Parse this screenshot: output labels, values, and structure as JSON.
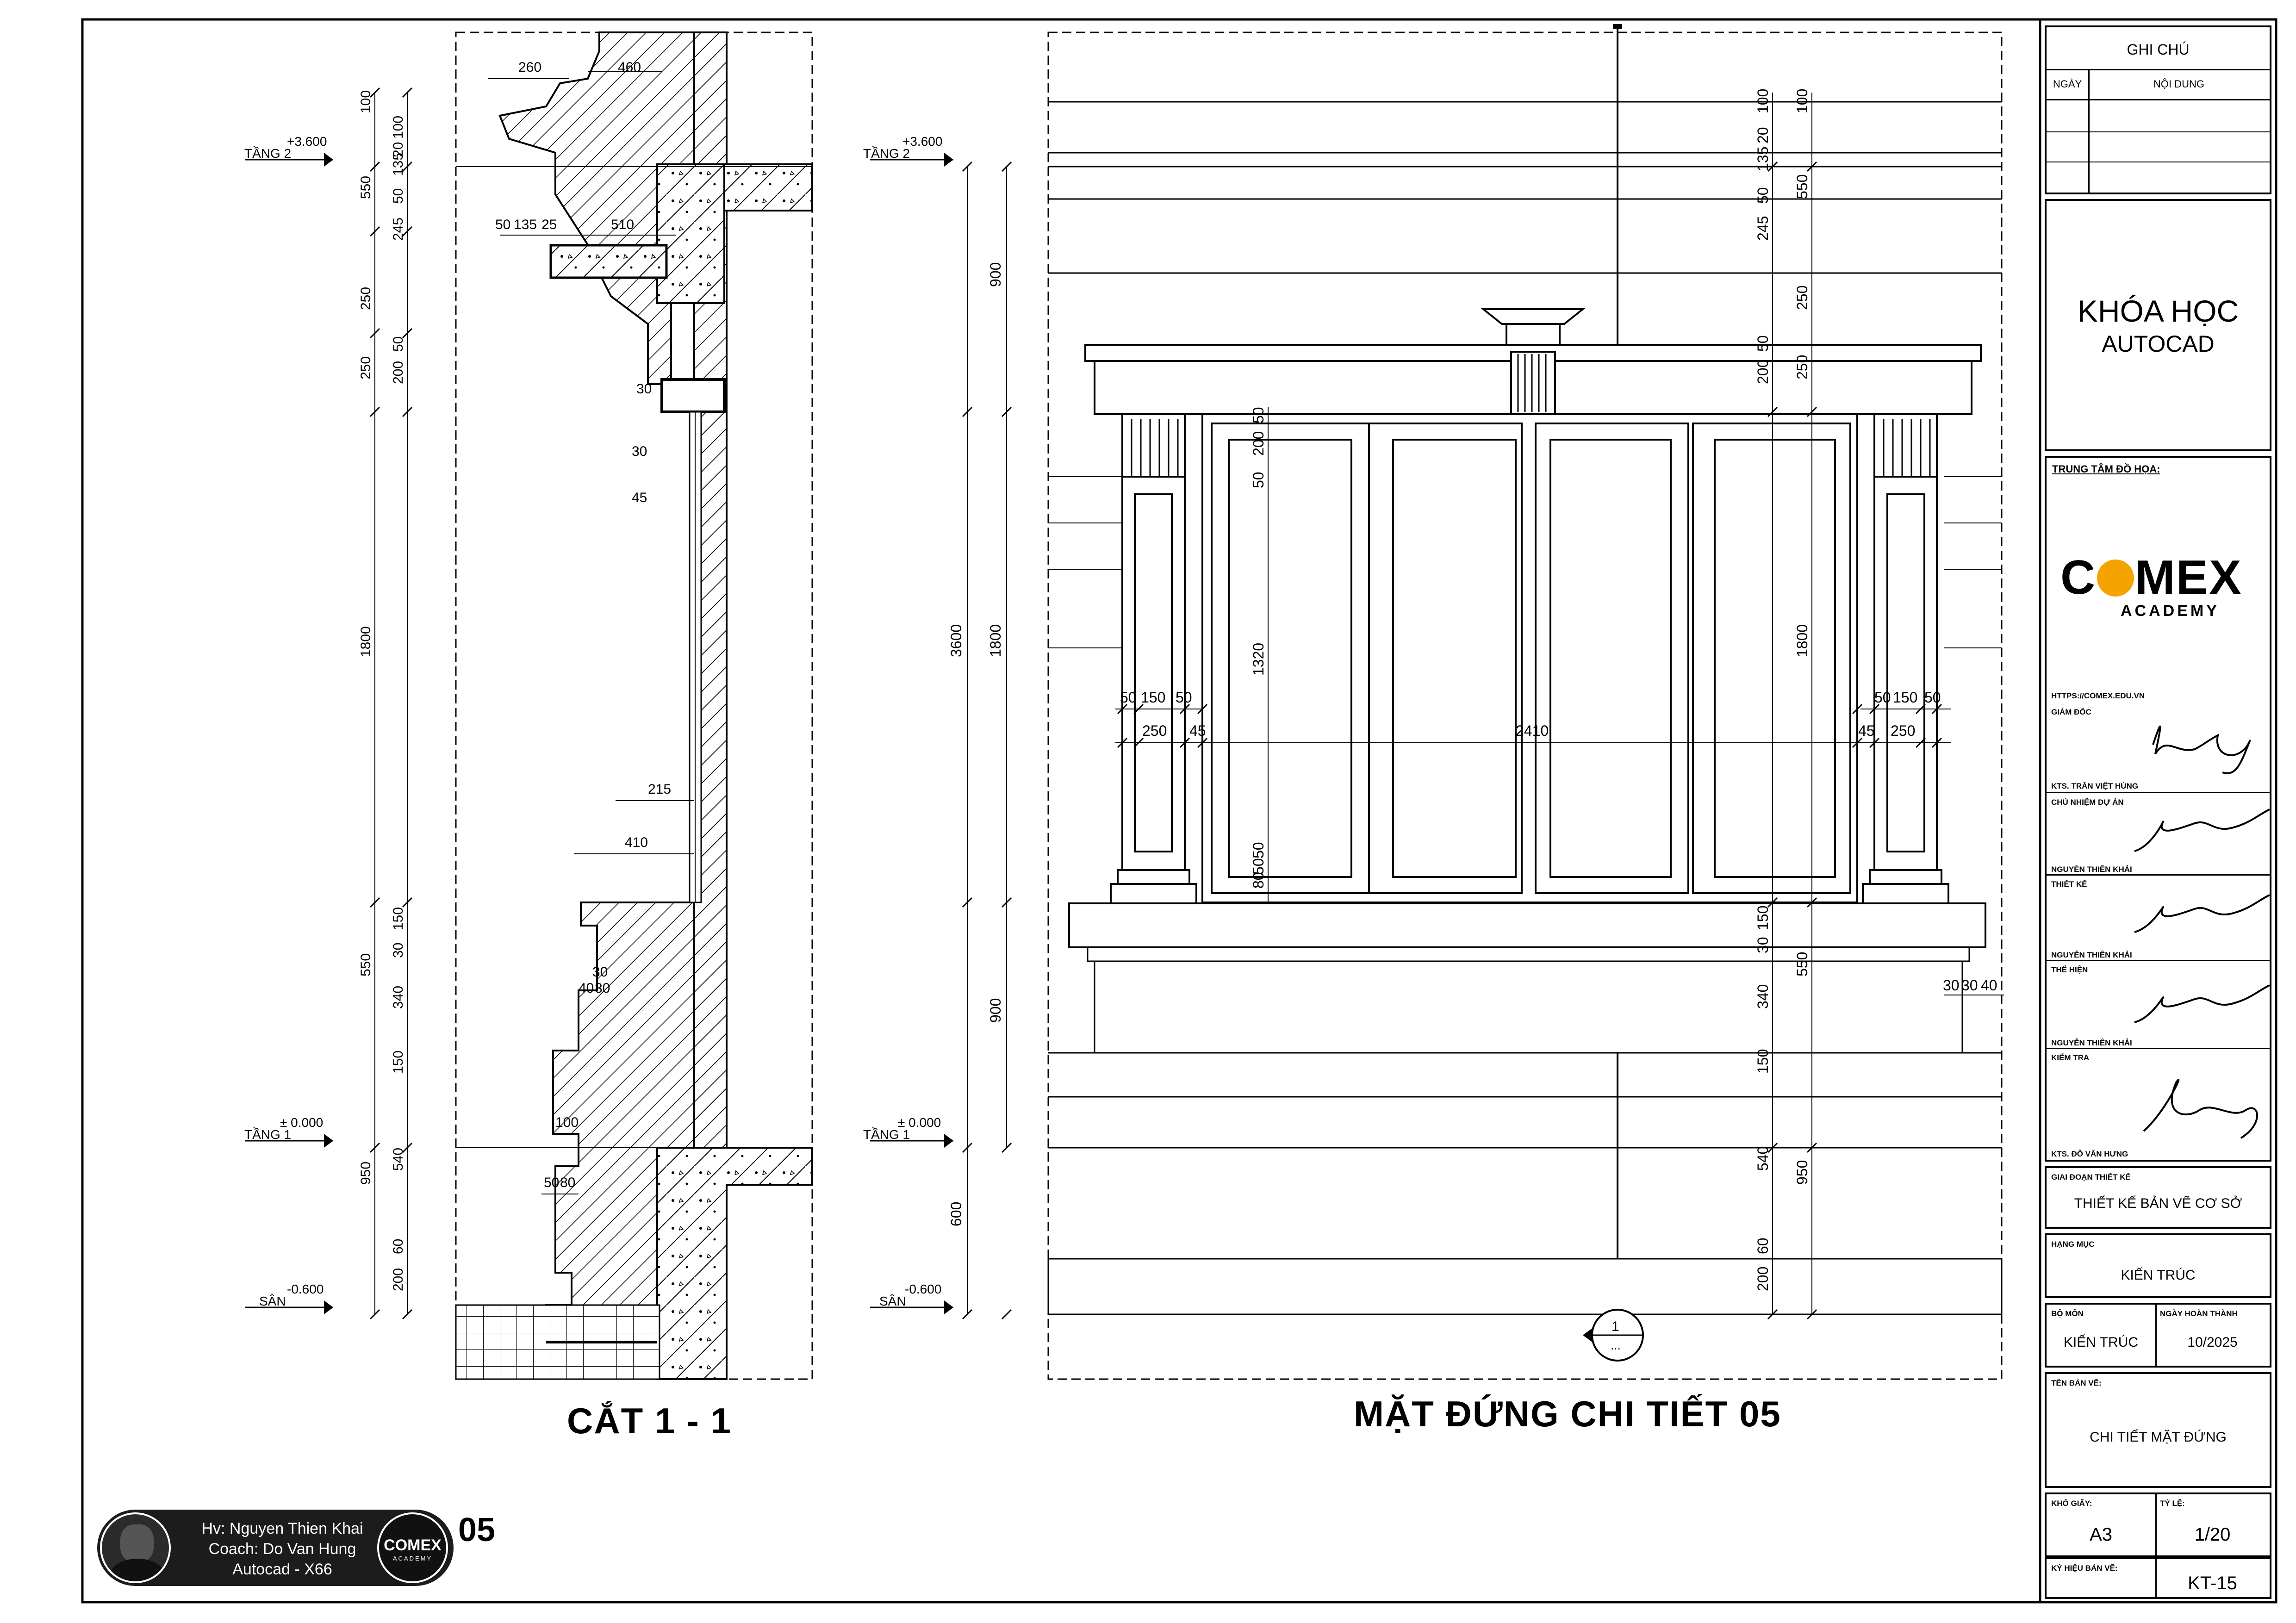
{
  "title_block": {
    "notes_header": "GHI CHÚ",
    "col_date": "NGÀY",
    "col_content": "NỘI DUNG",
    "course_title": "KHÓA HỌC",
    "course_subtitle": "AUTOCAD",
    "center_label": "TRUNG TÂM ĐỒ HỌA:",
    "logo_text": "COMEX",
    "logo_sub": "ACADEMY",
    "website": "HTTPS://COMEX.EDU.VN",
    "director_label": "GIÁM ĐỐC",
    "director_name": "KTS. TRẦN VIỆT HÙNG",
    "manager_label": "CHỦ NHIỆM DỰ ÁN",
    "manager_name": "NGUYỄN THIÊN KHẢI",
    "design_label": "THIẾT KẾ",
    "design_name": "NGUYỄN THIÊN KHẢI",
    "execute_label": "THỂ HIỆN",
    "execute_name": "NGUYỄN THIÊN KHẢI",
    "check_label": "KIỂM TRA",
    "check_name": "KTS. ĐỖ VĂN HƯNG",
    "stage_label": "GIAI ĐOẠN THIẾT KẾ",
    "stage_value": "THIẾT KẾ BẢN VẼ CƠ SỞ",
    "item_label": "HẠNG MỤC",
    "item_value": "KIẾN TRÚC",
    "dept_label": "BỘ MÔN",
    "dept_value": "KIẾN TRÚC",
    "done_label": "NGÀY HOÀN THÀNH",
    "done_value": "10/2025",
    "drawing_name_label": "TÊN BẢN VẼ:",
    "drawing_name_value": "CHI TIẾT MẶT ĐỨNG",
    "paper_label": "KHỔ GIẤY:",
    "paper_value": "A3",
    "scale_label": "TỶ LỆ:",
    "scale_value": "1/20",
    "code_label": "KÝ HIỆU BẢN VẼ:",
    "code_value": "KT-15"
  },
  "drawings": {
    "section_title": "CẮT 1 - 1",
    "elevation_title": "MẶT ĐỨNG CHI TIẾT 05",
    "level_2_name": "TẦNG 2",
    "level_2_value": "+3.600",
    "level_1_name": "TẦNG 1",
    "level_1_value": "± 0.000",
    "level_san_name": "SÂN",
    "level_san_value": "-0.600",
    "section_marker": "1",
    "section_marker_sub": "..."
  },
  "credit": {
    "student": "Hv: Nguyen Thien Khai",
    "coach": "Coach: Do Van Hung",
    "course": "Autocad - X66",
    "badge_logo": "COMEX",
    "badge_sub": "ACADEMY",
    "number": "05"
  },
  "colors": {
    "accent": "#f5a300",
    "credit_bg": "#1c1c1c",
    "line": "#000000"
  }
}
